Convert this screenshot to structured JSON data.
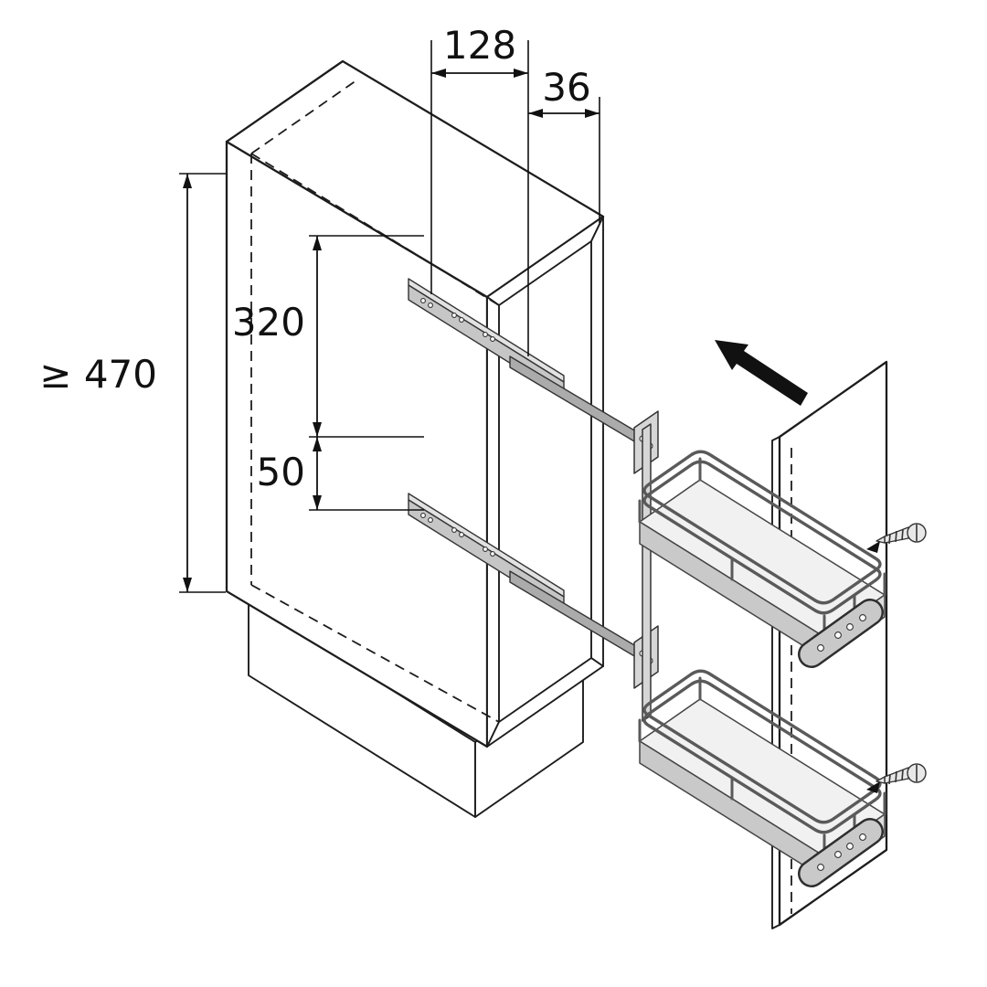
{
  "diagram": {
    "kind": "technical-installation-drawing",
    "subject": "two-tier-pullout-basket-in-cabinet",
    "dimensions": {
      "width_128": "128",
      "offset_36": "36",
      "spacing_320": "320",
      "spacing_50": "50",
      "height_min_470": "≥ 470"
    },
    "colors": {
      "line": "#1d1d1d",
      "metal_light": "#e2e2e2",
      "metal_mid": "#c6c6c6",
      "metal_dark": "#ababab",
      "wire": "#5a5a5a",
      "arrow": "#111111",
      "background": "#ffffff"
    }
  }
}
